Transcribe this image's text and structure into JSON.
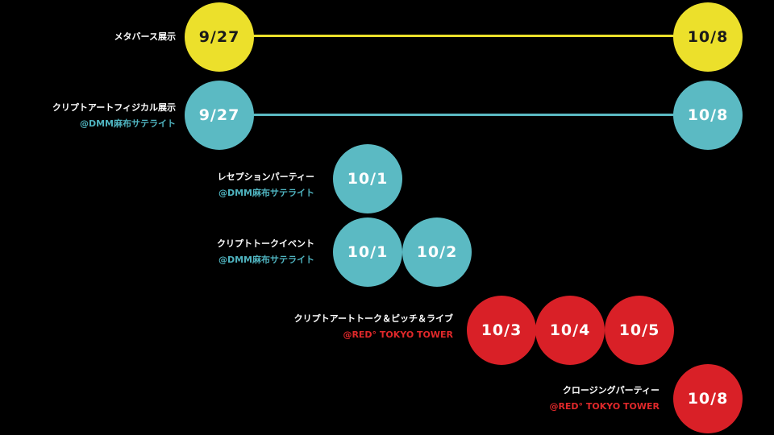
{
  "colors": {
    "yellow": "#ece02b",
    "teal": "#5bbac3",
    "red": "#d92027",
    "background": "#000000"
  },
  "rows": [
    {
      "title": "メタバース展示",
      "venue": "",
      "dates": [
        "9/27",
        "10/8"
      ]
    },
    {
      "title": "クリプトアートフィジカル展示",
      "venue": "@DMM麻布サテライト",
      "dates": [
        "9/27",
        "10/8"
      ]
    },
    {
      "title": "レセプションパーティー",
      "venue": "@DMM麻布サテライト",
      "dates": [
        "10/1"
      ]
    },
    {
      "title": "クリプトトークイベント",
      "venue": "@DMM麻布サテライト",
      "dates": [
        "10/1",
        "10/2"
      ]
    },
    {
      "title": "クリプトアートトーク＆ピッチ＆ライブ",
      "venue": "@RED° TOKYO TOWER",
      "dates": [
        "10/3",
        "10/4",
        "10/5"
      ]
    },
    {
      "title": "クロージングパーティー",
      "venue": "@RED° TOKYO TOWER",
      "dates": [
        "10/8"
      ]
    }
  ]
}
